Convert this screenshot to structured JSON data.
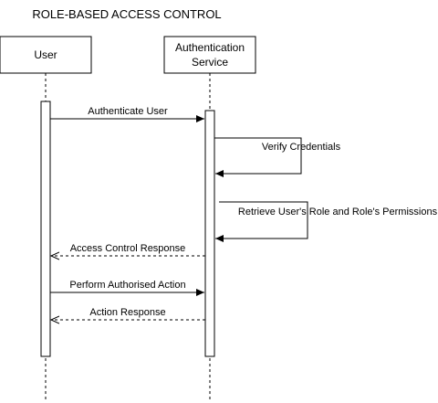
{
  "diagram": {
    "title": "ROLE-BASED ACCESS CONTROL",
    "participants": [
      {
        "label_lines": [
          "User"
        ]
      },
      {
        "label_lines": [
          "Authentication",
          "Service"
        ]
      }
    ],
    "messages": [
      {
        "label": "Authenticate User",
        "from": "User",
        "to": "Authentication Service",
        "style": "solid"
      },
      {
        "label": "Verify Credentials",
        "from": "Authentication Service",
        "to": "Authentication Service",
        "style": "self"
      },
      {
        "label": "Retrieve User's Role and Role's Permissions",
        "from": "Authentication Service",
        "to": "Authentication Service",
        "style": "self"
      },
      {
        "label": "Access Control Response",
        "from": "Authentication Service",
        "to": "User",
        "style": "dashed"
      },
      {
        "label": "Perform Authorised Action",
        "from": "User",
        "to": "Authentication Service",
        "style": "solid"
      },
      {
        "label": "Action Response",
        "from": "Authentication Service",
        "to": "User",
        "style": "dashed"
      }
    ],
    "colors": {
      "stroke": "#000000",
      "fill": "#ffffff"
    }
  }
}
